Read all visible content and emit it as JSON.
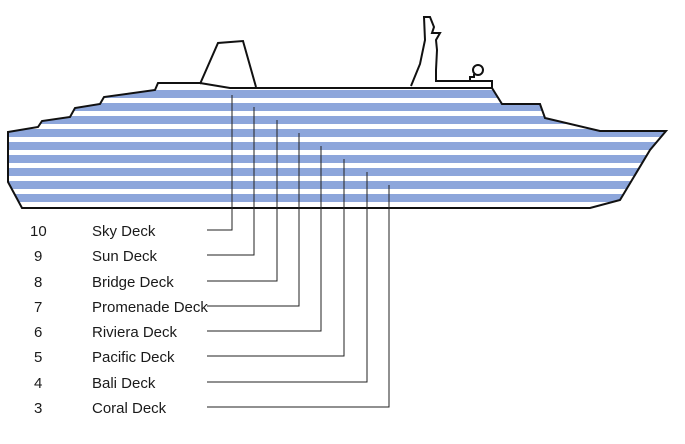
{
  "colors": {
    "stripe": "#8da6db",
    "outline": "#111111",
    "leader": "#222222",
    "background": "#ffffff"
  },
  "decks": [
    {
      "number": "10",
      "name": "Sky Deck"
    },
    {
      "number": "9",
      "name": "Sun Deck"
    },
    {
      "number": "8",
      "name": "Bridge Deck"
    },
    {
      "number": "7",
      "name": "Promenade Deck"
    },
    {
      "number": "6",
      "name": "Riviera Deck"
    },
    {
      "number": "5",
      "name": "Pacific Deck"
    },
    {
      "number": "4",
      "name": "Bali Deck"
    },
    {
      "number": "3",
      "name": "Coral Deck"
    }
  ]
}
